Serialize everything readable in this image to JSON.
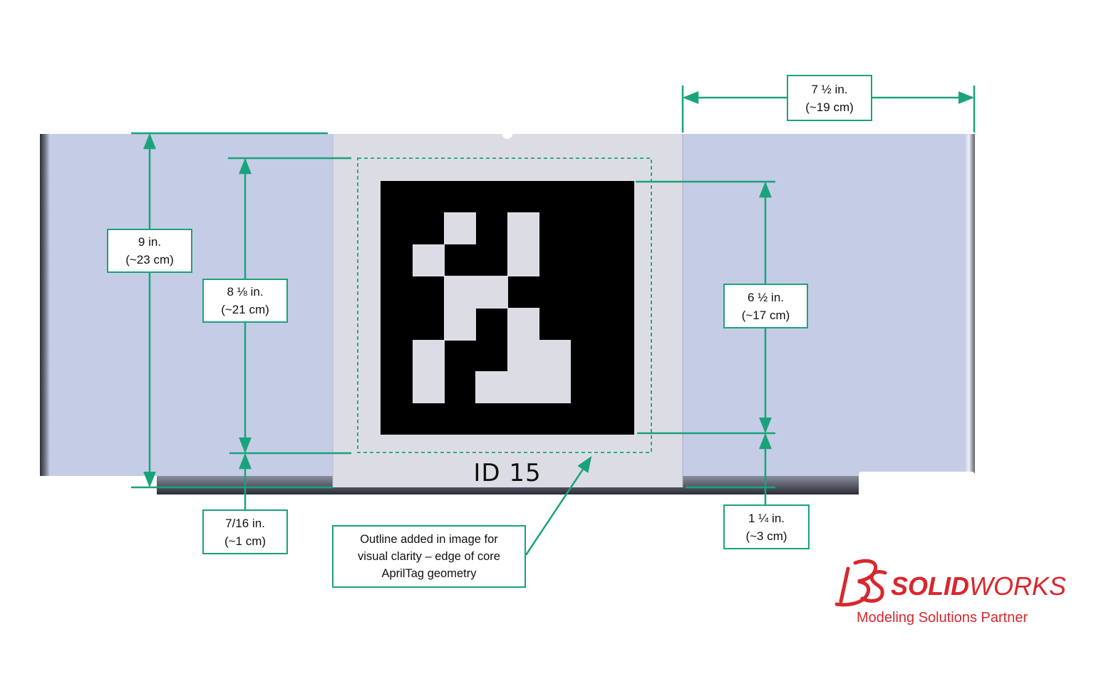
{
  "tag": {
    "id_label": "ID 15"
  },
  "dimensions": {
    "total_height": {
      "primary": "9 in.",
      "secondary": "(~23 cm)"
    },
    "outline_height": {
      "primary": "8 ⅛ in.",
      "secondary": "(~21 cm)"
    },
    "bottom_margin": {
      "primary": "7/16 in.",
      "secondary": "(~1 cm)"
    },
    "tag_size": {
      "primary": "6 ½ in.",
      "secondary": "(~17 cm)"
    },
    "tag_bottom_margin": {
      "primary": "1 ¼ in.",
      "secondary": "(~3 cm)"
    },
    "side_panel_width": {
      "primary": "7 ½ in.",
      "secondary": "(~19 cm)"
    }
  },
  "callout": {
    "lines": [
      "Outline added in image for",
      "visual clarity – edge of core",
      "AprilTag geometry"
    ]
  },
  "logo": {
    "bold_part": "SOLID",
    "light_part": "WORKS",
    "subtitle": "Modeling Solutions Partner"
  },
  "colors": {
    "accent_green": "#1aa37a",
    "panel_blue": "#c5cde6",
    "tag_background": "#dcdde4",
    "tag_black": "#000000",
    "tag_white_cells": "#dcdde4",
    "logo_red": "#d8272e"
  }
}
